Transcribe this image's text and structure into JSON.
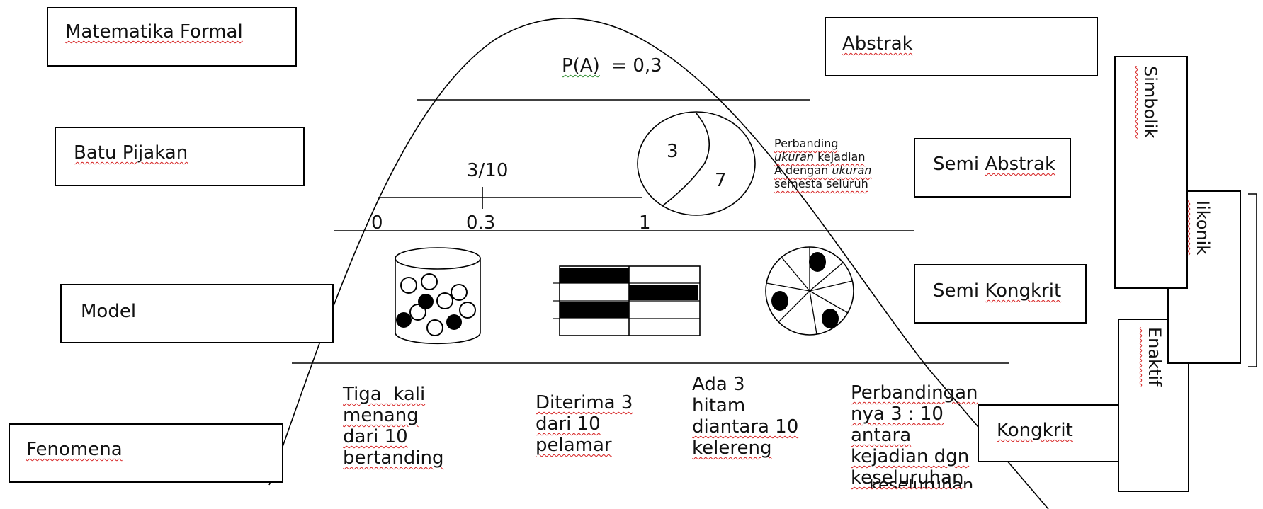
{
  "left_levels": {
    "formal": "Matematika Formal",
    "stepping": "Batu Pijakan",
    "model": "Model",
    "phenomena": "Fenomena"
  },
  "right_levels": {
    "abstract": "Abstrak",
    "semi_abstract": "Semi Abstrak",
    "semi_concrete": "Semi Kongkrit",
    "concrete": "Kongkrit"
  },
  "representations": {
    "symbolic": "Simbolik",
    "iconic": "Iikonik",
    "enactive": "Enaktif"
  },
  "formal_expression": {
    "p": "P(A)",
    "rest": "  = 0,3"
  },
  "number_line": {
    "fraction": "3/10",
    "zero": "0",
    "point": "0.3",
    "one": "1"
  },
  "circle_parts": {
    "part_a": "3",
    "part_b": "7"
  },
  "ratio_note": {
    "line1": "Perbanding",
    "line2a": "ukuran",
    "line2b": " kejadian",
    "line3a": "A dengan ",
    "line3b": "ukuran",
    "line4": "semesta seluruh"
  },
  "phenomena": {
    "p1": [
      "Tiga  kali",
      "menang",
      "dari 10",
      "bertanding"
    ],
    "p2": [
      "Diterima 3",
      "dari 10",
      "pelamar"
    ],
    "p3": [
      "Ada 3",
      "hitam",
      "diantara 10",
      "kelereng"
    ],
    "p4": [
      "Perbandingan",
      "nya 3 : 10",
      "antara",
      "kejadian dgn",
      "keseluruhan",
      "keseluruhan"
    ]
  },
  "colors": {
    "ink": "#000000",
    "squiggle_red": "#d62020",
    "squiggle_green": "#2e8b2e"
  }
}
